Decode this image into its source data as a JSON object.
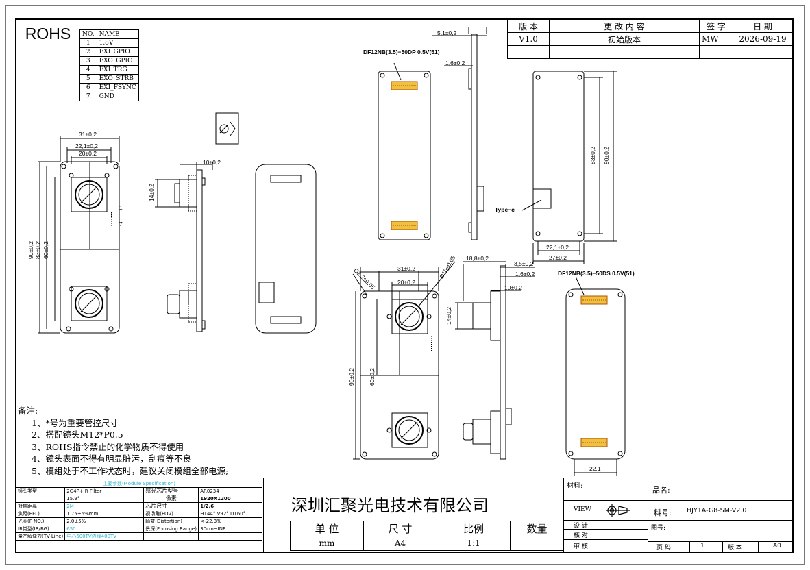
{
  "rohs": "ROHS",
  "pin_table": {
    "header": [
      "NO.",
      "NAME"
    ],
    "rows": [
      [
        "1",
        "1.8V"
      ],
      [
        "2",
        "EXI_GPIO"
      ],
      [
        "3",
        "EXO_GPIO"
      ],
      [
        "4",
        "EXI_TRG"
      ],
      [
        "5",
        "EXO_STRB"
      ],
      [
        "6",
        "EXI_FSYNC"
      ],
      [
        "7",
        "GND"
      ]
    ]
  },
  "revision": {
    "headers": [
      "版 本",
      "更 改 内 容",
      "签 字",
      "日 期"
    ],
    "row": [
      "V1.0",
      "初始版本",
      "MW",
      "2026-09-19"
    ]
  },
  "dims": {
    "top_width_outer": "31±0,2",
    "top_width_mid": "22,1±0,2",
    "top_width_inner": "20±0,2",
    "left_h1": "90±0,2",
    "left_h2": "83±0,2",
    "left_h3": "60±0,2",
    "pin1": "1",
    "pin7": "7",
    "side_thick": "10±0,2",
    "side_h": "14±0,2",
    "conn_top": "DF12NB(3.5)−50DP 0.5V(51)",
    "thick_51": "5,1±0,2",
    "thick_16": "1,6±0,2",
    "back_h83": "83±0,2",
    "back_h90": "90±0,2",
    "typec": "Type−c",
    "back_w221": "22,1±0,2",
    "back_w27": "27±0,2",
    "b_phi22": "Ø2,2±0,05",
    "b_w31": "31±0,2",
    "b_w20": "20±0,2",
    "b_phi10": "Ø10±0,05",
    "b_h90": "90±0,2",
    "b_h60": "60±0,2",
    "s_188": "18,8±0,2",
    "s_35": "3,5±0,2",
    "s_16": "1,6±0,2",
    "s_10": "10±0,2",
    "s_14": "14±0,2",
    "conn_bottom": "DF12NB(3.5)−50DS 0.5V(51)",
    "b_w221": "22,1"
  },
  "notes": {
    "title": "备注:",
    "items": [
      "1、*号为重要管控尺寸",
      "2、搭配镜头M12*P0.5",
      "3、ROHS指令禁止的化学物质不得使用",
      "4、镜头表面不得有明显脏污，刮痕等不良",
      "5、模组处于不工作状态时，建议关闭模组全部电源;"
    ]
  },
  "spec": {
    "title": "主要参数(Module Specification)",
    "rows": [
      [
        "镜头类型",
        "2G4P+IR Filter",
        "感光芯片型号",
        "AR0234"
      ],
      [
        "",
        "15.9°",
        "像素",
        "1920X1200"
      ],
      [
        "对焦距离",
        "2M",
        "芯片尺寸",
        "1/2.6"
      ],
      [
        "焦距(EFL)",
        "1.75±5%mm",
        "视场角(FOV)",
        "H144° V92° D160°"
      ],
      [
        "光圈(F NO.)",
        "2.0±5%",
        "畸变(Distortion)",
        "<-22.3%"
      ],
      [
        "IR类型(IR/BG)",
        "650",
        "景深(Focusing Range)",
        "30cm~INF"
      ],
      [
        "量产解像力(TV-Line)",
        "中心600TV边缘400TV",
        "",
        ""
      ]
    ]
  },
  "title_block": {
    "company": "深圳汇聚光电技术有限公司",
    "headers": [
      "单 位",
      "尺 寸",
      "比例",
      "数量"
    ],
    "values": [
      "mm",
      "A4",
      "1:1",
      ""
    ],
    "material_label": "材料:",
    "view_label": "VIEW",
    "design": "设 计",
    "check": "核 对",
    "review": "审 核",
    "product_label": "品名:",
    "part_label": "料号:",
    "part_no": "HJY1A-G8-SM-V2.0",
    "drawing_label": "图号:",
    "page_label": "页 码",
    "page_no": "1",
    "version_label": "版 本",
    "version_no": "A0"
  }
}
